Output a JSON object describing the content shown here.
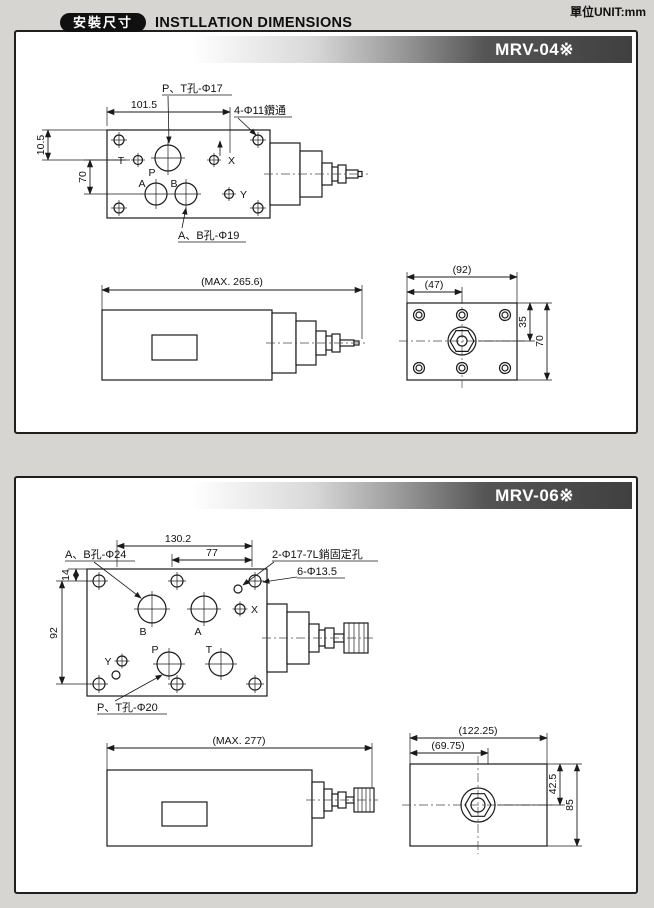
{
  "page": {
    "unit_label": "單位UNIT:mm",
    "title_badge": "安裝尺寸",
    "title": "INSTLLATION DIMENSIONS"
  },
  "panel1": {
    "model": "MRV-04※",
    "plan": {
      "label_pt_holes": "P、T孔-Φ17",
      "dim_width": "101.5",
      "label_mount_holes": "4-Φ11鑽通",
      "dim_top_offset": "10.5",
      "dim_height": "70",
      "label_ab_holes": "A、B孔-Φ19",
      "ports": {
        "t": "T",
        "p": "P",
        "x": "X",
        "a": "A",
        "b": "B",
        "y": "Y"
      }
    },
    "side": {
      "dim_length": "(MAX. 265.6)"
    },
    "end": {
      "dim_width_outer": "(92)",
      "dim_width_inner": "(47)",
      "dim_height_upper": "35",
      "dim_height_full": "70"
    }
  },
  "panel2": {
    "model": "MRV-06※",
    "plan": {
      "dim_width": "130.2",
      "dim_inner_width": "77",
      "label_ab_holes": "A、B孔-Φ24",
      "label_pin_holes": "2-Φ17-7L銷固定孔",
      "label_mount_holes": "6-Φ13.5",
      "dim_top_offset": "14",
      "dim_height": "92",
      "label_pt_holes": "P、T孔-Φ20",
      "ports": {
        "b": "B",
        "a": "A",
        "x": "X",
        "y": "Y",
        "p": "P",
        "t": "T"
      }
    },
    "side": {
      "dim_length": "(MAX. 277)"
    },
    "end": {
      "dim_width_outer": "(122.25)",
      "dim_width_inner": "(69.75)",
      "dim_height_upper": "42.5",
      "dim_height_full": "85"
    }
  }
}
